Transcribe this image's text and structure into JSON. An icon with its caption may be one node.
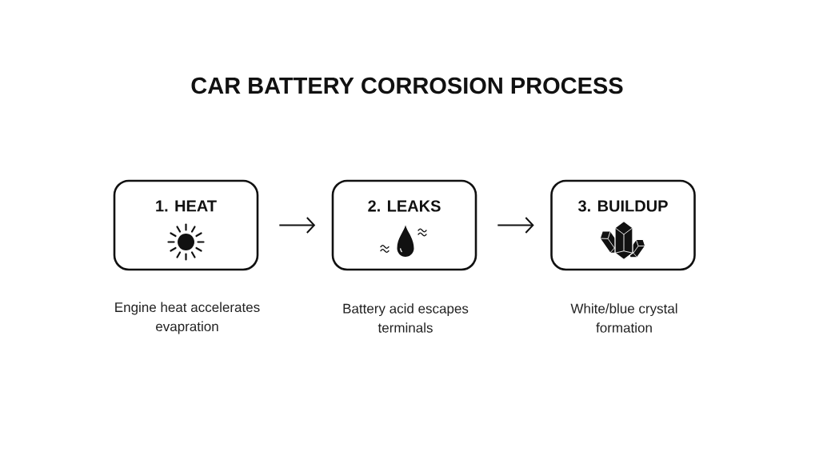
{
  "diagram": {
    "title": "CAR BATTERY CORROSION PROCESS",
    "nodes": [
      {
        "text": [
          "1. HEAT"
        ],
        "beside": [
          "Engine heat accelerates evapration"
        ]
      },
      {
        "text": [
          "2. LEAKS"
        ],
        "beside": [
          "Battery acid escapes terminals"
        ]
      },
      {
        "text": [
          "3. BUILDUP"
        ],
        "beside": [
          "White/blue crystal formation"
        ]
      }
    ],
    "edges": [
      {
        "from": 0,
        "to": 1,
        "arrow": "to"
      },
      {
        "from": 1,
        "to": 2,
        "arrow": "to"
      }
    ]
  }
}
